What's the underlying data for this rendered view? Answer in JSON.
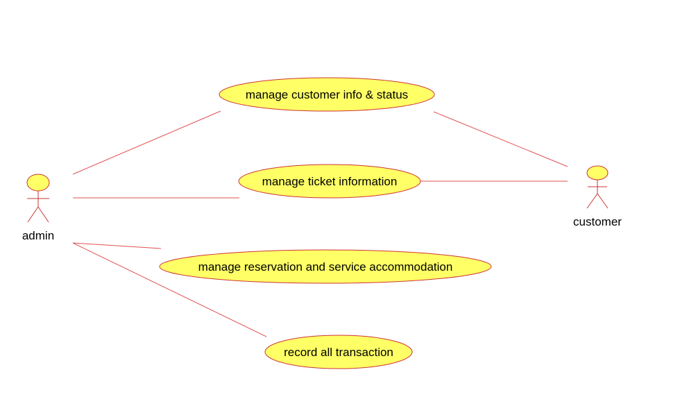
{
  "colors": {
    "usecase_fill": "#ffff66",
    "usecase_stroke": "#cc3333",
    "line": "#e05050",
    "actor_head_fill": "#ffff66",
    "actor_stroke": "#cc3333"
  },
  "actors": [
    {
      "id": "admin",
      "label": "admin"
    },
    {
      "id": "customer",
      "label": "customer"
    }
  ],
  "use_cases": [
    {
      "id": "uc1",
      "label": "manage customer info & status"
    },
    {
      "id": "uc2",
      "label": "manage ticket information"
    },
    {
      "id": "uc3",
      "label": "manage reservation and service accommodation"
    },
    {
      "id": "uc4",
      "label": "record all transaction"
    }
  ],
  "associations": [
    {
      "from": "admin",
      "to": "uc1"
    },
    {
      "from": "admin",
      "to": "uc2"
    },
    {
      "from": "admin",
      "to": "uc3"
    },
    {
      "from": "admin",
      "to": "uc4"
    },
    {
      "from": "customer",
      "to": "uc1"
    },
    {
      "from": "customer",
      "to": "uc2"
    }
  ]
}
